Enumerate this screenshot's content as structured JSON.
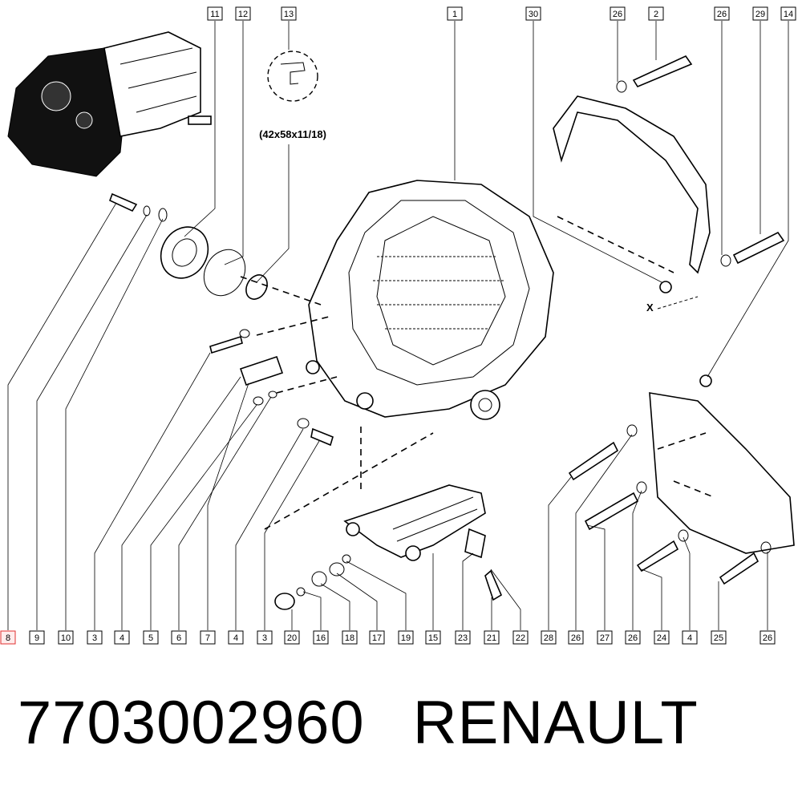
{
  "footer": {
    "part_number": "7703002960",
    "brand": "RENAULT"
  },
  "diagram": {
    "seal_dimensions": "(42x58x11/18)",
    "axis_marker": "X",
    "highlight_color": "#e03030",
    "top_callouts": [
      "11",
      "12",
      "13",
      "1",
      "30",
      "26",
      "2",
      "26",
      "29",
      "14"
    ],
    "bottom_callouts": [
      "8",
      "9",
      "10",
      "3",
      "4",
      "5",
      "6",
      "7",
      "4",
      "3",
      "20",
      "16",
      "18",
      "17",
      "19",
      "15",
      "23",
      "21",
      "22",
      "28",
      "26",
      "27",
      "26",
      "24",
      "4",
      "25",
      "26"
    ],
    "highlighted_callout": "8"
  }
}
